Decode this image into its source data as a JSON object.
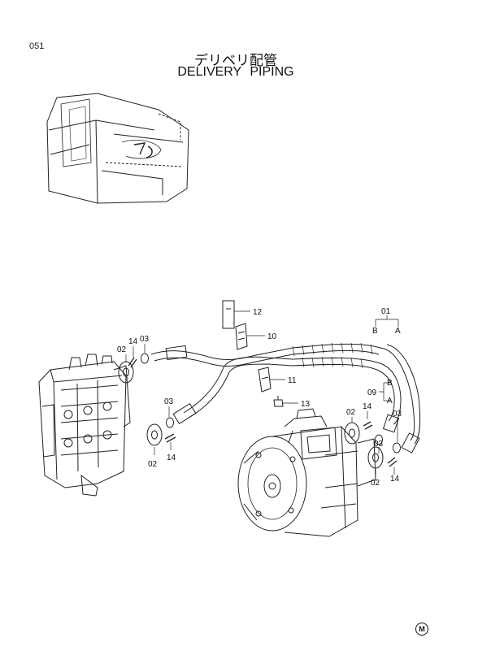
{
  "page_number": "051",
  "title_jp": "デリベリ配管",
  "title_en": "DELIVERY PIPING",
  "corner_mark": "M",
  "part_labels": {
    "p01": "01",
    "p09": "09",
    "pA1": "A",
    "pB1": "B",
    "pA2": "A",
    "pB2": "B",
    "p10": "10",
    "p11": "11",
    "p12": "12",
    "p13": "13",
    "l02a": "02",
    "l14a": "14",
    "l03a": "03",
    "l03b": "03",
    "l02b": "02",
    "l14b": "14",
    "l02c": "02",
    "l14c": "14",
    "l03c": "03",
    "l03d": "03",
    "l02d": "02",
    "l14d": "14"
  }
}
